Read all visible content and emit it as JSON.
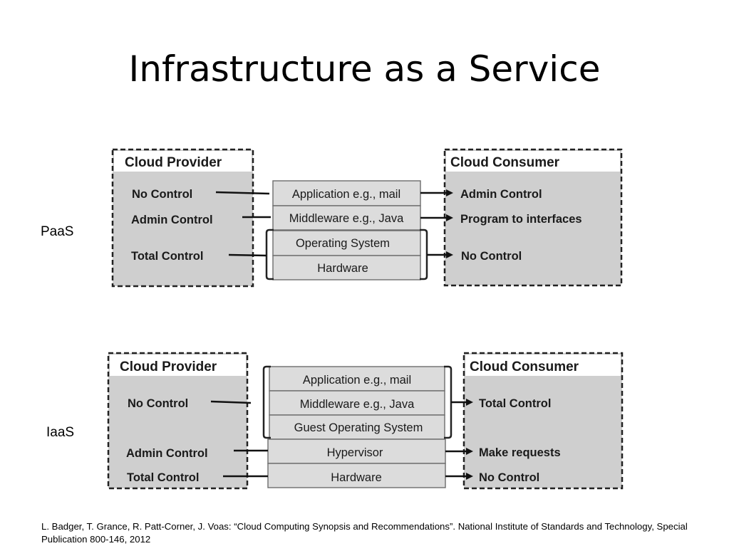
{
  "slide": {
    "title": "Infrastructure as a Service",
    "citation": "L. Badger, T. Grance, R. Patt-Corner, J. Voas: “Cloud Computing Synopsis and Recommendations”. National Institute of Standards and Technology, Special Publication 800-146, 2012"
  },
  "paas": {
    "label": "PaaS",
    "provider": {
      "title": "Cloud Provider",
      "controls": [
        "No Control",
        "Admin Control",
        "Total Control"
      ]
    },
    "layers": [
      "Application e.g., mail",
      "Middleware e.g., Java",
      "Operating System",
      "Hardware"
    ],
    "consumer": {
      "title": "Cloud Consumer",
      "controls": [
        "Admin Control",
        "Program to interfaces",
        "No Control"
      ]
    }
  },
  "iaas": {
    "label": "IaaS",
    "provider": {
      "title": "Cloud Provider",
      "controls": [
        "No Control",
        "Admin Control",
        "Total Control"
      ]
    },
    "layers": [
      "Application e.g., mail",
      "Middleware e.g., Java",
      "Guest Operating System",
      "Hypervisor",
      "Hardware"
    ],
    "consumer": {
      "title": "Cloud Consumer",
      "controls": [
        "Total Control",
        "Make requests",
        "No Control"
      ]
    }
  }
}
